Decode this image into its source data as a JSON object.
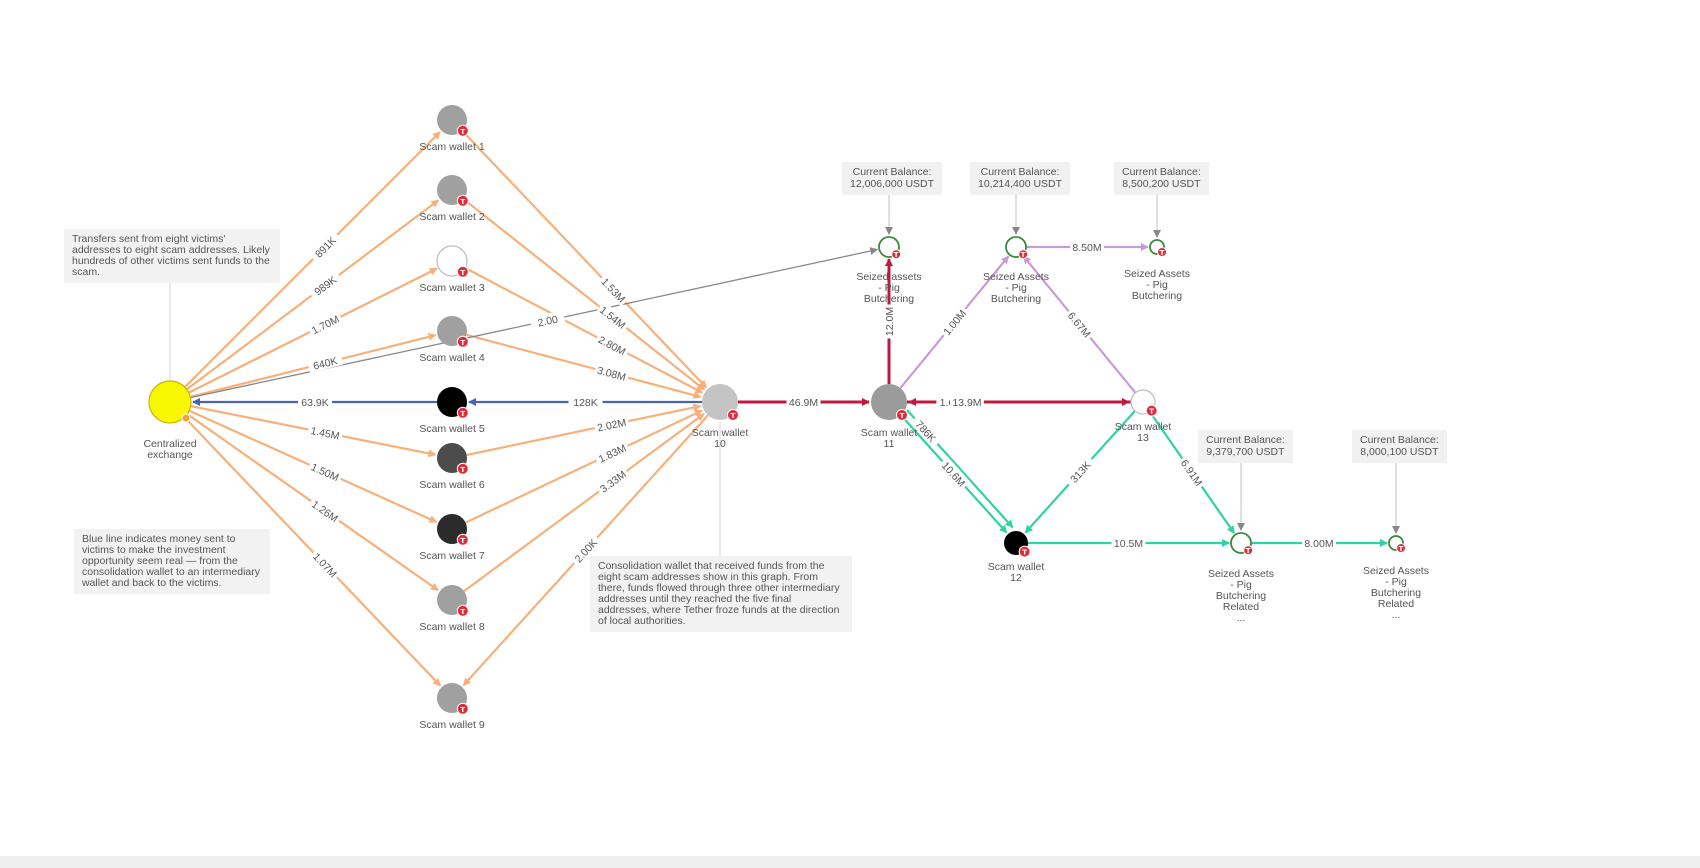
{
  "colors": {
    "victim_flow": "#f7b07a",
    "return_flow": "#4a63b3",
    "consolidation": "#c0183f",
    "purple_flow": "#c79bd6",
    "green_flow": "#2fd3a3",
    "gray_flow": "#888888",
    "tag_red": "#e22c3c"
  },
  "notes": {
    "victims": "Transfers sent from eight victims' addresses to eight scam addresses. Likely hundreds of other victims sent funds to the scam.",
    "blue_line": "Blue line indicates money sent to victims to make the investment opportunity seem real — from the consolidation wallet to an intermediary wallet and back to the victims.",
    "consolidation": "Consolidation wallet that received funds from the eight scam addresses show in this graph. From there, funds flowed through three other intermediary addresses until they reached the five final addresses, where Tether froze funds at the direction of local authorities."
  },
  "balances": [
    {
      "title": "Current Balance:",
      "amount": "12,006,000 USDT"
    },
    {
      "title": "Current Balance:",
      "amount": "10,214,400 USDT"
    },
    {
      "title": "Current Balance:",
      "amount": "8,500,200 USDT"
    },
    {
      "title": "Current Balance:",
      "amount": "9,379,700 USDT"
    },
    {
      "title": "Current Balance:",
      "amount": "8,000,100 USDT"
    }
  ],
  "nodes": [
    {
      "id": "cex",
      "lines": [
        "Centralized",
        "exchange"
      ],
      "fill": "#f7f700",
      "stroke": "#d4b000"
    },
    {
      "id": "sw1",
      "lines": [
        "Scam wallet 1"
      ],
      "fill": "#a0a0a0"
    },
    {
      "id": "sw2",
      "lines": [
        "Scam wallet 2"
      ],
      "fill": "#a0a0a0"
    },
    {
      "id": "sw3",
      "lines": [
        "Scam wallet 3"
      ],
      "fill": "#ffffff",
      "stroke": "#bbbbbb"
    },
    {
      "id": "sw4",
      "lines": [
        "Scam wallet 4"
      ],
      "fill": "#a0a0a0"
    },
    {
      "id": "sw5",
      "lines": [
        "Scam wallet 5"
      ],
      "fill": "#000000"
    },
    {
      "id": "sw6",
      "lines": [
        "Scam wallet 6"
      ],
      "fill": "#4c4c4c"
    },
    {
      "id": "sw7",
      "lines": [
        "Scam wallet 7"
      ],
      "fill": "#2b2b2b"
    },
    {
      "id": "sw8",
      "lines": [
        "Scam wallet 8"
      ],
      "fill": "#a0a0a0"
    },
    {
      "id": "sw9",
      "lines": [
        "Scam wallet 9"
      ],
      "fill": "#a0a0a0"
    },
    {
      "id": "sw10",
      "lines": [
        "Scam wallet",
        "10"
      ],
      "fill": "#c4c4c4"
    },
    {
      "id": "sw11",
      "lines": [
        "Scam wallet",
        "11"
      ],
      "fill": "#9b9b9b"
    },
    {
      "id": "sw12",
      "lines": [
        "Scam wallet",
        "12"
      ],
      "fill": "#000000"
    },
    {
      "id": "sw13",
      "lines": [
        "Scam wallet",
        "13"
      ],
      "fill": "#ffffff",
      "stroke": "#bbbbbb"
    },
    {
      "id": "sz1",
      "lines": [
        "Seized assets",
        "- Pig",
        "Butchering"
      ],
      "fill": "#ffffff",
      "stroke": "#3a8a3a"
    },
    {
      "id": "sz2",
      "lines": [
        "Seized Assets",
        "- Pig",
        "Butchering"
      ],
      "fill": "#ffffff",
      "stroke": "#3a8a3a"
    },
    {
      "id": "sz3",
      "lines": [
        "Seized Assets",
        "- Pig",
        "Butchering"
      ],
      "fill": "#ffffff",
      "stroke": "#3a8a3a"
    },
    {
      "id": "sz4",
      "lines": [
        "Seized Assets",
        "- Pig",
        "Butchering",
        "Related",
        "..."
      ],
      "fill": "#ffffff",
      "stroke": "#3a8a3a"
    },
    {
      "id": "sz5",
      "lines": [
        "Seized Assets",
        "- Pig",
        "Butchering",
        "Related",
        "..."
      ],
      "fill": "#ffffff",
      "stroke": "#3a8a3a"
    }
  ],
  "edges": [
    {
      "from": "cex",
      "to": "sw1",
      "label": "891K",
      "color": "victim_flow"
    },
    {
      "from": "cex",
      "to": "sw2",
      "label": "989K",
      "color": "victim_flow"
    },
    {
      "from": "cex",
      "to": "sw3",
      "label": "1.70M",
      "color": "victim_flow"
    },
    {
      "from": "cex",
      "to": "sw4",
      "label": "640K",
      "color": "victim_flow"
    },
    {
      "from": "cex",
      "to": "sw6",
      "label": "1.45M",
      "color": "victim_flow"
    },
    {
      "from": "cex",
      "to": "sw7",
      "label": "1.50M",
      "color": "victim_flow"
    },
    {
      "from": "cex",
      "to": "sw8",
      "label": "1.26M",
      "color": "victim_flow"
    },
    {
      "from": "cex",
      "to": "sw9",
      "label": "1.07M",
      "color": "victim_flow"
    },
    {
      "from": "sw1",
      "to": "sw10",
      "label": "1.53M",
      "color": "victim_flow"
    },
    {
      "from": "sw2",
      "to": "sw10",
      "label": "1.54M",
      "color": "victim_flow"
    },
    {
      "from": "sw3",
      "to": "sw10",
      "label": "2.80M",
      "color": "victim_flow"
    },
    {
      "from": "sw4",
      "to": "sw10",
      "label": "3.08M",
      "color": "victim_flow"
    },
    {
      "from": "sw6",
      "to": "sw10",
      "label": "2.02M",
      "color": "victim_flow"
    },
    {
      "from": "sw7",
      "to": "sw10",
      "label": "1.83M",
      "color": "victim_flow"
    },
    {
      "from": "sw8",
      "to": "sw10",
      "label": "3.33M",
      "color": "victim_flow"
    },
    {
      "from": "sw10",
      "to": "sw9",
      "label": "2.00K",
      "color": "victim_flow"
    },
    {
      "from": "sw10",
      "to": "sw5",
      "label": "128K",
      "color": "return_flow"
    },
    {
      "from": "sw5",
      "to": "cex",
      "label": "63.9K",
      "color": "return_flow"
    },
    {
      "from": "cex",
      "to": "sz1",
      "label": "2.00",
      "color": "gray_flow"
    },
    {
      "from": "sw10",
      "to": "sw11",
      "label": "46.9M",
      "color": "consolidation"
    },
    {
      "from": "sw11",
      "to": "sz1",
      "label": "12.0M",
      "color": "consolidation"
    },
    {
      "from": "sw11",
      "to": "sz2",
      "label": "1.00M",
      "color": "purple_flow"
    },
    {
      "from": "sw13",
      "to": "sw11",
      "label": "1.67K",
      "color": "consolidation"
    },
    {
      "from": "sw11",
      "to": "sw13",
      "label": "13.9M",
      "color": "consolidation"
    },
    {
      "from": "sw13",
      "to": "sz2",
      "label": "6.67M",
      "color": "purple_flow"
    },
    {
      "from": "sz2",
      "to": "sz3",
      "label": "8.50M",
      "color": "purple_flow"
    },
    {
      "from": "sw11",
      "to": "sw12",
      "label": "10.6M",
      "color": "green_flow"
    },
    {
      "from": "sw13",
      "to": "sw12",
      "label": "313K",
      "color": "green_flow"
    },
    {
      "from": "sw13",
      "to": "sz4",
      "label": "6.91M",
      "color": "green_flow"
    },
    {
      "from": "sw12",
      "to": "sz4",
      "label": "10.5M",
      "color": "green_flow"
    },
    {
      "from": "sz4",
      "to": "sz5",
      "label": "8.00M",
      "color": "green_flow"
    },
    {
      "from": "sw11",
      "to": "sw12",
      "label": "786K",
      "color": "green_flow"
    }
  ]
}
